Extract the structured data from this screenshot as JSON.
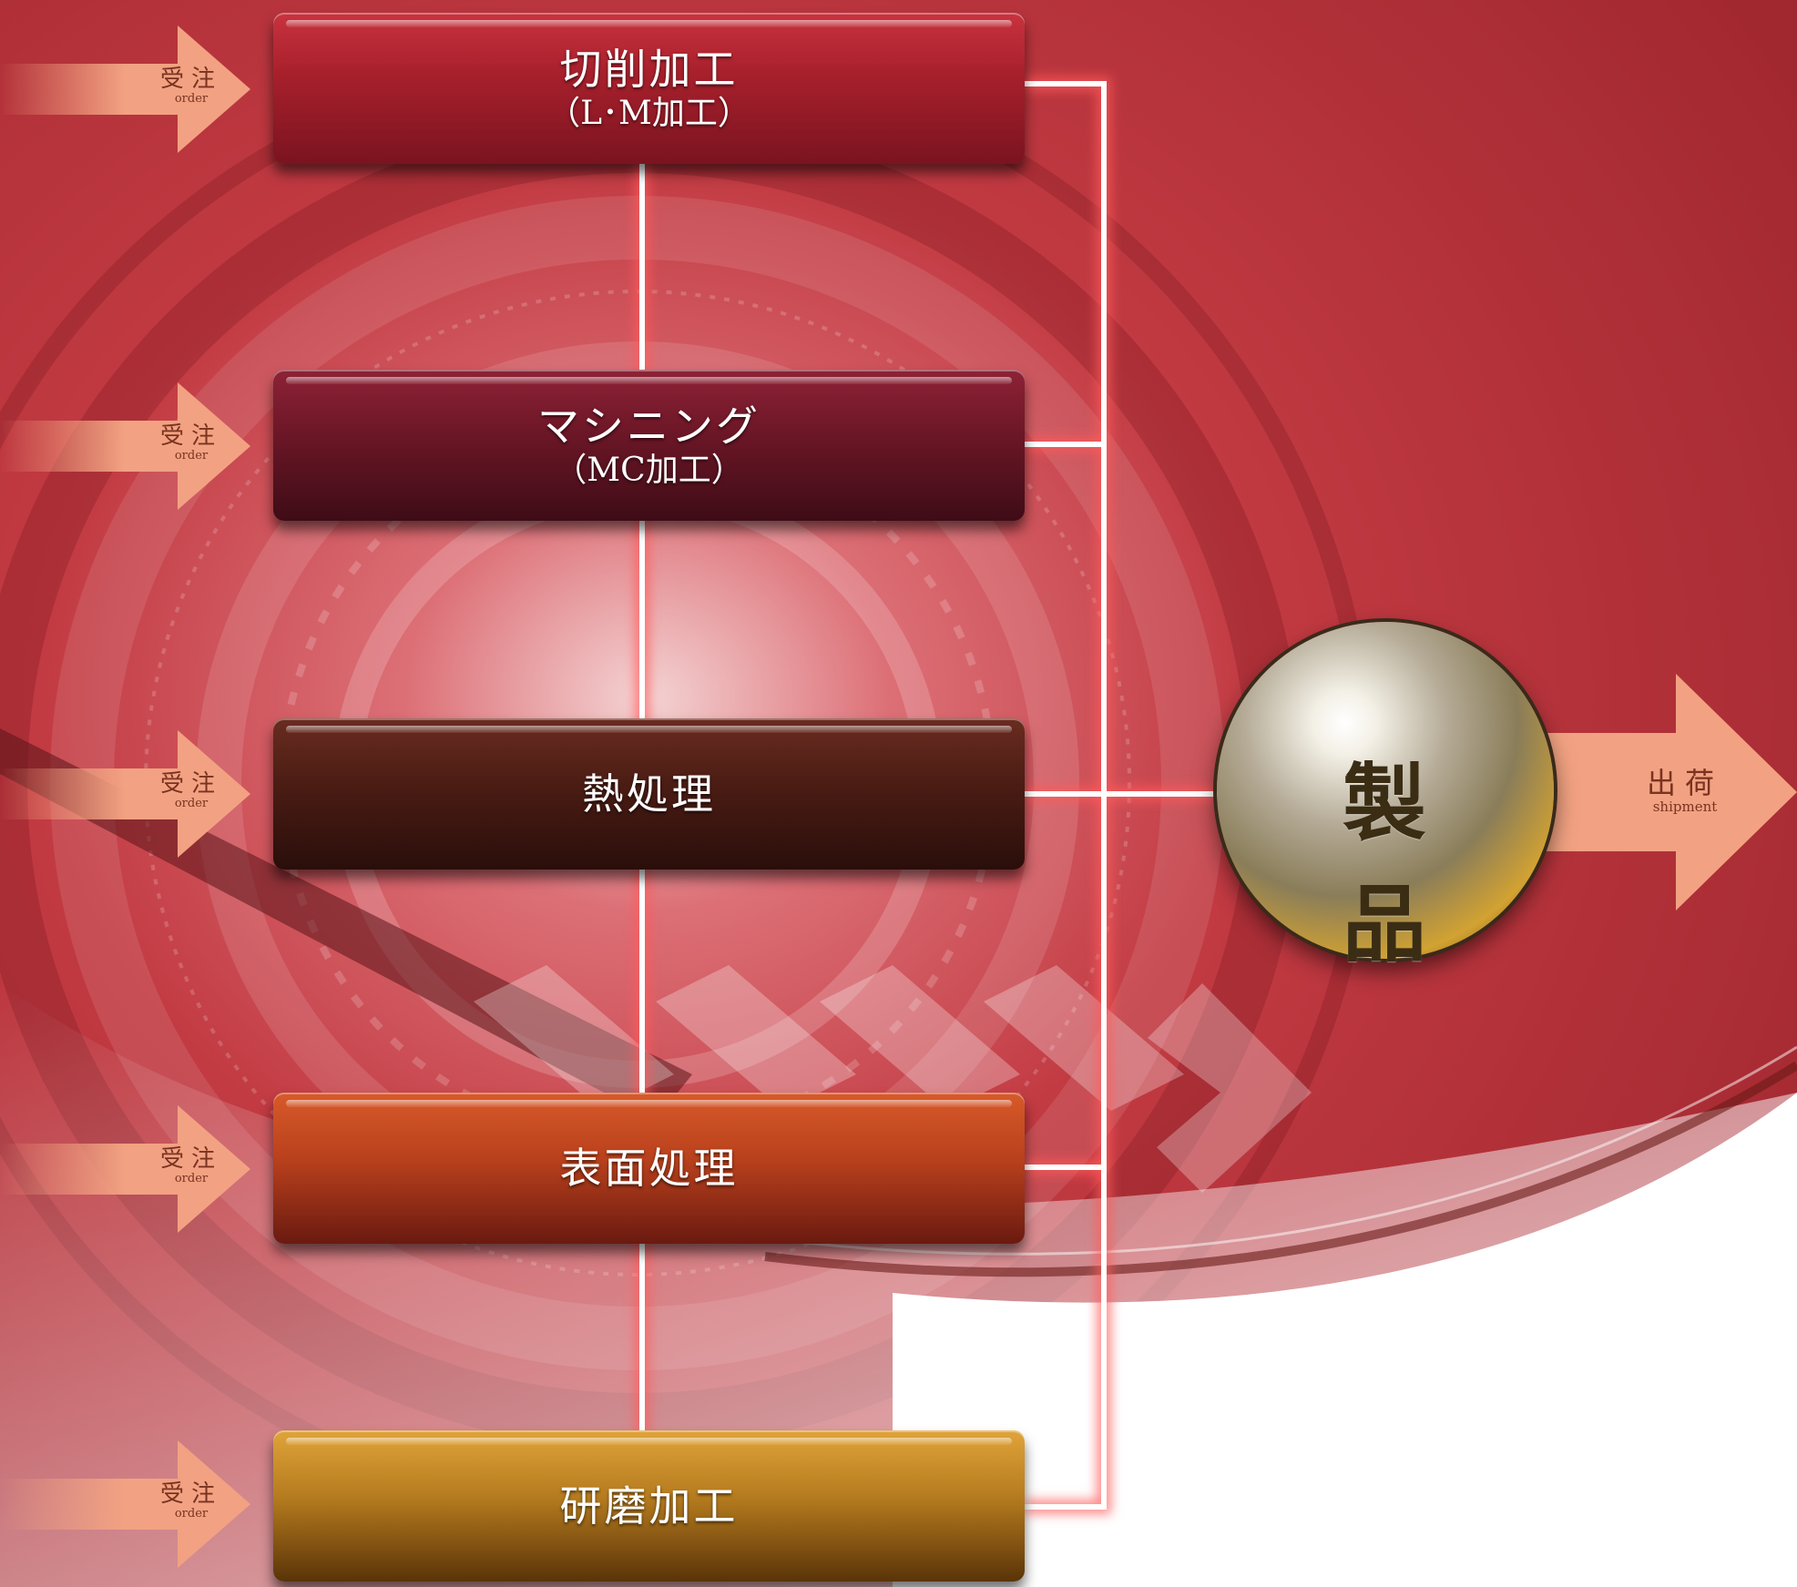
{
  "order_label": "受注",
  "order_label_en": "order",
  "processes": [
    {
      "title": "切削加工",
      "sub": "（L･M加工）"
    },
    {
      "title": "マシニング",
      "sub": "（MC加工）"
    },
    {
      "title": "熱処理",
      "sub": ""
    },
    {
      "title": "表面処理",
      "sub": ""
    },
    {
      "title": "研磨加工",
      "sub": ""
    }
  ],
  "product_label": "製品",
  "shipment_label": "出荷",
  "shipment_label_en": "shipment",
  "colors": {
    "background_red": "#b8303a",
    "arrow_peach": "#f2a282",
    "connector": "#ffffff",
    "box_1": "#a8202c",
    "box_2": "#6a1626",
    "box_3": "#4a1c14",
    "box_4": "#c2421e",
    "box_5": "#b47a1e"
  }
}
